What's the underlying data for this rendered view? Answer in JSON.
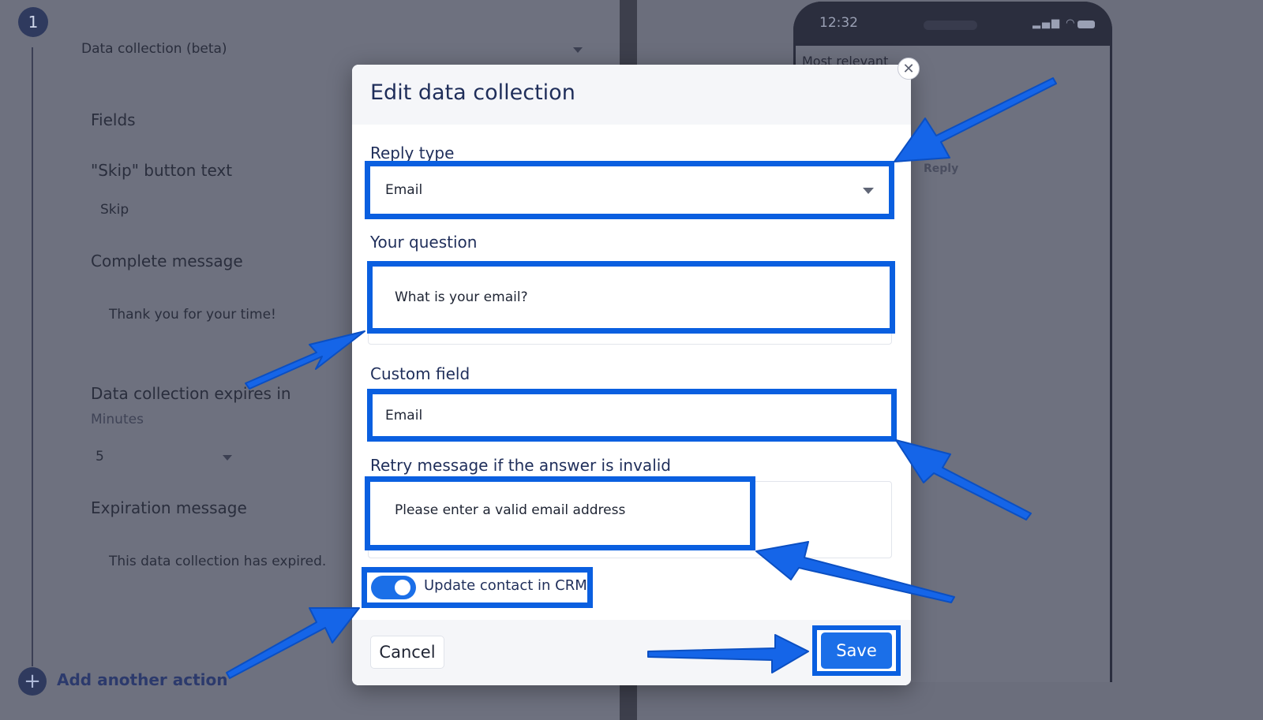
{
  "editor": {
    "step_number": "1",
    "action_select_value": "Data collection (beta)",
    "fields_heading": "Fields",
    "skip_label": "\"Skip\" button text",
    "skip_value": "Skip",
    "complete_label": "Complete message",
    "complete_value": "Thank you for your time!",
    "expires_label": "Data collection expires in",
    "expires_unit": "Minutes",
    "expires_value": "5",
    "expiration_label": "Expiration message",
    "expiration_value": "This data collection has expired.",
    "add_action_label": "Add another action"
  },
  "preview": {
    "time": "12:32",
    "subtitle": "Most relevant",
    "reply_label": "Reply"
  },
  "modal": {
    "title": "Edit data collection",
    "close_glyph": "✕",
    "reply_type_label": "Reply type",
    "reply_type_value": "Email",
    "question_label": "Your question",
    "question_value": "What is your email?",
    "custom_field_label": "Custom field",
    "custom_field_value": "Email",
    "retry_label": "Retry message if the answer is invalid",
    "retry_value": "Please enter a valid email address",
    "toggle_label": "Update contact in CRM",
    "toggle_on": true,
    "cancel_label": "Cancel",
    "save_label": "Save"
  },
  "colors": {
    "highlight": "#0a5fe0",
    "primary": "#1b6fe8",
    "title": "#1f2e5a",
    "overlay": "#6b6e7c"
  }
}
